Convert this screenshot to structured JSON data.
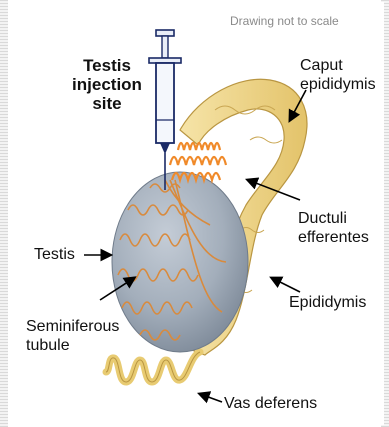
{
  "note": "Drawing not to scale",
  "labels": {
    "injection_line1": "Testis",
    "injection_line2": "injection",
    "injection_line3": "site",
    "caput_line1": "Caput",
    "caput_line2": "epididymis",
    "ductuli_line1": "Ductuli",
    "ductuli_line2": "efferentes",
    "testis": "Testis",
    "epididymis": "Epididymis",
    "seminiferous_line1": "Seminiferous",
    "seminiferous_line2": "tubule",
    "vas_deferens": "Vas deferens"
  },
  "colors": {
    "epididymis_fill": "#ecd27e",
    "testis_fill": "#a3aebb",
    "tubule": "#d98a3c",
    "ductuli": "#f08a2a",
    "syringe_outline": "#1a2a66",
    "arrow": "#000000"
  }
}
